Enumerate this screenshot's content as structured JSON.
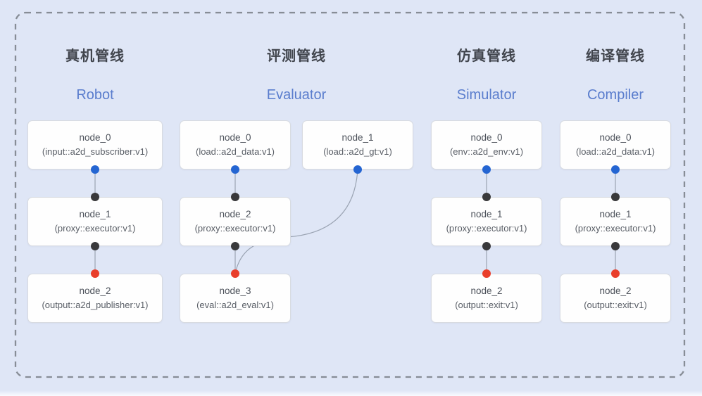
{
  "colors": {
    "background": "#dfe6f6",
    "box_fill": "#fefefe",
    "box_border": "#d8dbe1",
    "pipeline_title_text": "#41454d",
    "pipeline_subtitle_text": "#5a7dcd",
    "node_name_text": "#4c515a",
    "node_detail_text": "#595e66",
    "edge_line": "#9aa3b2",
    "dashed_border": "#878d96",
    "dot_blue": "#2465d2",
    "dot_dark": "#39393b",
    "dot_red": "#e93e2b"
  },
  "pipelines": [
    {
      "id": "robot",
      "title": "真机管线",
      "subtitle": "Robot",
      "nodes": [
        {
          "id": "r0",
          "col": 0,
          "row": 0,
          "name": "node_0",
          "detail": "(input::a2d_subscriber:v1)",
          "top_dot": null,
          "bottom_dot": "blue"
        },
        {
          "id": "r1",
          "col": 0,
          "row": 1,
          "name": "node_1",
          "detail": "(proxy::executor:v1)",
          "top_dot": "dark",
          "bottom_dot": "dark"
        },
        {
          "id": "r2",
          "col": 0,
          "row": 2,
          "name": "node_2",
          "detail": "(output::a2d_publisher:v1)",
          "top_dot": "red",
          "bottom_dot": null
        }
      ],
      "edges": [
        {
          "from": "r0",
          "to": "r1",
          "type": "straight"
        },
        {
          "from": "r1",
          "to": "r2",
          "type": "straight"
        }
      ]
    },
    {
      "id": "evaluator",
      "title": "评测管线",
      "subtitle": "Evaluator",
      "nodes": [
        {
          "id": "e0",
          "col": 0,
          "row": 0,
          "name": "node_0",
          "detail": "(load::a2d_data:v1)",
          "top_dot": null,
          "bottom_dot": "blue"
        },
        {
          "id": "e1",
          "col": 1,
          "row": 0,
          "name": "node_1",
          "detail": "(load::a2d_gt:v1)",
          "top_dot": null,
          "bottom_dot": "blue"
        },
        {
          "id": "e2",
          "col": 0,
          "row": 1,
          "name": "node_2",
          "detail": "(proxy::executor:v1)",
          "top_dot": "dark",
          "bottom_dot": "dark"
        },
        {
          "id": "e3",
          "col": 0,
          "row": 2,
          "name": "node_3",
          "detail": "(eval::a2d_eval:v1)",
          "top_dot": "red",
          "bottom_dot": null
        }
      ],
      "edges": [
        {
          "from": "e0",
          "to": "e2",
          "type": "straight"
        },
        {
          "from": "e2",
          "to": "e3",
          "type": "straight"
        },
        {
          "from": "e1",
          "to": "e3",
          "type": "curve"
        }
      ]
    },
    {
      "id": "simulator",
      "title": "仿真管线",
      "subtitle": "Simulator",
      "nodes": [
        {
          "id": "s0",
          "col": 0,
          "row": 0,
          "name": "node_0",
          "detail": "(env::a2d_env:v1)",
          "top_dot": null,
          "bottom_dot": "blue"
        },
        {
          "id": "s1",
          "col": 0,
          "row": 1,
          "name": "node_1",
          "detail": "(proxy::executor:v1)",
          "top_dot": "dark",
          "bottom_dot": "dark"
        },
        {
          "id": "s2",
          "col": 0,
          "row": 2,
          "name": "node_2",
          "detail": "(output::exit:v1)",
          "top_dot": "red",
          "bottom_dot": null
        }
      ],
      "edges": [
        {
          "from": "s0",
          "to": "s1",
          "type": "straight"
        },
        {
          "from": "s1",
          "to": "s2",
          "type": "straight"
        }
      ]
    },
    {
      "id": "compiler",
      "title": "编译管线",
      "subtitle": "Compiler",
      "nodes": [
        {
          "id": "c0",
          "col": 0,
          "row": 0,
          "name": "node_0",
          "detail": "(load::a2d_data:v1)",
          "top_dot": null,
          "bottom_dot": "blue"
        },
        {
          "id": "c1",
          "col": 0,
          "row": 1,
          "name": "node_1",
          "detail": "(proxy::executor:v1)",
          "top_dot": "dark",
          "bottom_dot": "dark"
        },
        {
          "id": "c2",
          "col": 0,
          "row": 2,
          "name": "node_2",
          "detail": "(output::exit:v1)",
          "top_dot": "red",
          "bottom_dot": null
        }
      ],
      "edges": [
        {
          "from": "c0",
          "to": "c1",
          "type": "straight"
        },
        {
          "from": "c1",
          "to": "c2",
          "type": "straight"
        }
      ]
    }
  ]
}
